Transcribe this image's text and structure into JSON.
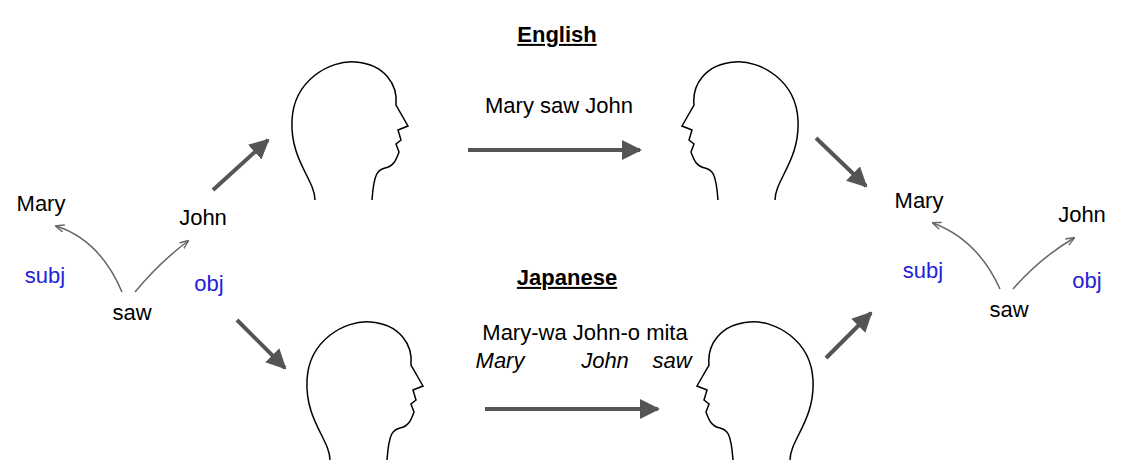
{
  "diagram": {
    "labels": [
      "Mary",
      "John",
      "subj",
      "obj",
      "saw",
      "English",
      "Mary saw John",
      "Japanese",
      "Mary-wa John-o mita",
      "Mary",
      "John",
      "saw",
      "Mary",
      "John",
      "subj",
      "obj",
      "saw"
    ]
  }
}
